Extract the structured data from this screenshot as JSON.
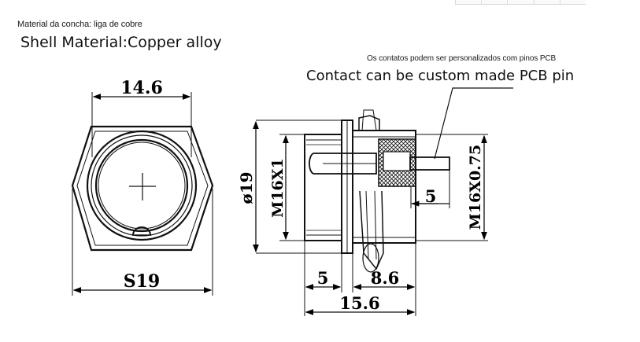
{
  "captions": {
    "material_pt": "Material da concha: liga de cobre",
    "material_en": "Shell  Material:Copper alloy",
    "contacts_pt": "Os contatos podem ser personalizados com pinos PCB",
    "contacts_en": "Contact can be custom made PCB pin"
  },
  "dimensions": {
    "front_width": "14.6",
    "hex_size": "S19",
    "diameter": "ø19",
    "thread_front": "M16X1",
    "thread_rear": "M16X0.75",
    "pin_length": "5",
    "front_depth": "5",
    "rear_depth": "8.6",
    "total_length": "15.6"
  }
}
